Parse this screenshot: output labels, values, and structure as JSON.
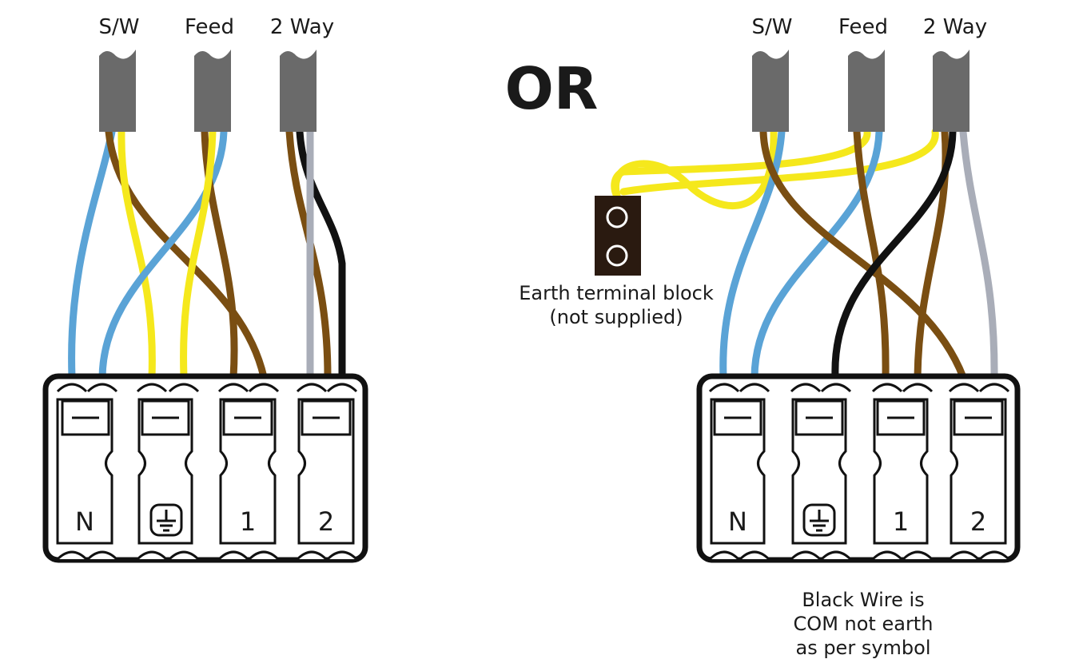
{
  "left_diagram": {
    "cables": [
      {
        "label": "S/W"
      },
      {
        "label": "Feed"
      },
      {
        "label": "2 Way"
      }
    ],
    "terminals": [
      {
        "label": "N"
      },
      {
        "label": "earth-symbol"
      },
      {
        "label": "1"
      },
      {
        "label": "2"
      }
    ]
  },
  "divider": {
    "label": "OR"
  },
  "right_diagram": {
    "cables": [
      {
        "label": "S/W"
      },
      {
        "label": "Feed"
      },
      {
        "label": "2 Way"
      }
    ],
    "terminals": [
      {
        "label": "N"
      },
      {
        "label": "earth-symbol"
      },
      {
        "label": "1"
      },
      {
        "label": "2"
      }
    ],
    "earth_block_label_line1": "Earth terminal block",
    "earth_block_label_line2": "(not supplied)",
    "note_line1": "Black Wire is",
    "note_line2": "COM not earth",
    "note_line3": "as per symbol"
  },
  "colors": {
    "blue": "#5aa3d6",
    "brown": "#7a4e12",
    "yellow": "#f5e81c",
    "black": "#111111",
    "grey": "#a9adb8",
    "sheath": "#6a6a6a",
    "earth_block": "#2a1a10"
  }
}
